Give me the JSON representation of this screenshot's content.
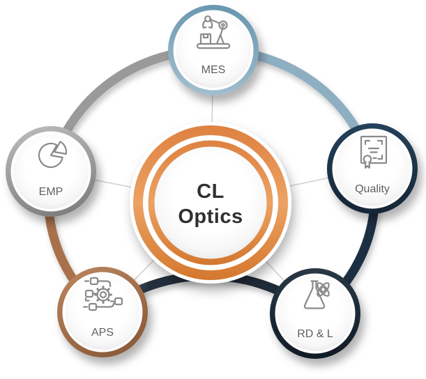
{
  "title": {
    "line1": "CL",
    "line2": "Optics"
  },
  "nodes": [
    {
      "label": "MES",
      "icon": "robot-arm-icon"
    },
    {
      "label": "Quality",
      "icon": "certificate-icon"
    },
    {
      "label": "RD & L",
      "icon": "flask-atom-icon"
    },
    {
      "label": "APS",
      "icon": "workflow-gear-icon"
    },
    {
      "label": "EMP",
      "icon": "pie-chart-icon"
    }
  ],
  "colors": {
    "orange_top": "#DE8141",
    "orange_mid": "#ECA263",
    "orange_bottom": "#D4772E",
    "mes_ring_top": "#6897AF",
    "mes_ring_bottom": "#A3BFCF",
    "mes_arc": "#8EAEC2",
    "quality_ring_top": "#24415B",
    "quality_ring_bottom": "#152636",
    "quality_arc": "#1B2F42",
    "rdl_ring_top": "#2A3845",
    "rdl_ring_bottom": "#101B26",
    "rdl_arc_fade": "#A7ABAF",
    "rdl_arc_mid": "#59646F",
    "rdl_arc": "#232F3C",
    "rdl_arc_end": "#1E2935",
    "aps_ring_top": "#B9835D",
    "aps_ring_bottom": "#875837",
    "aps_arc": "#A9714B",
    "emp_ring_top": "#B9B9B9",
    "emp_ring_bottom": "#7E7E7E",
    "emp_arc": "#9A9A9A",
    "icon_stroke": "#8A8A8A",
    "label_text": "#5F5F5F",
    "title_text": "#303030",
    "connector": "#CFCFCF"
  }
}
